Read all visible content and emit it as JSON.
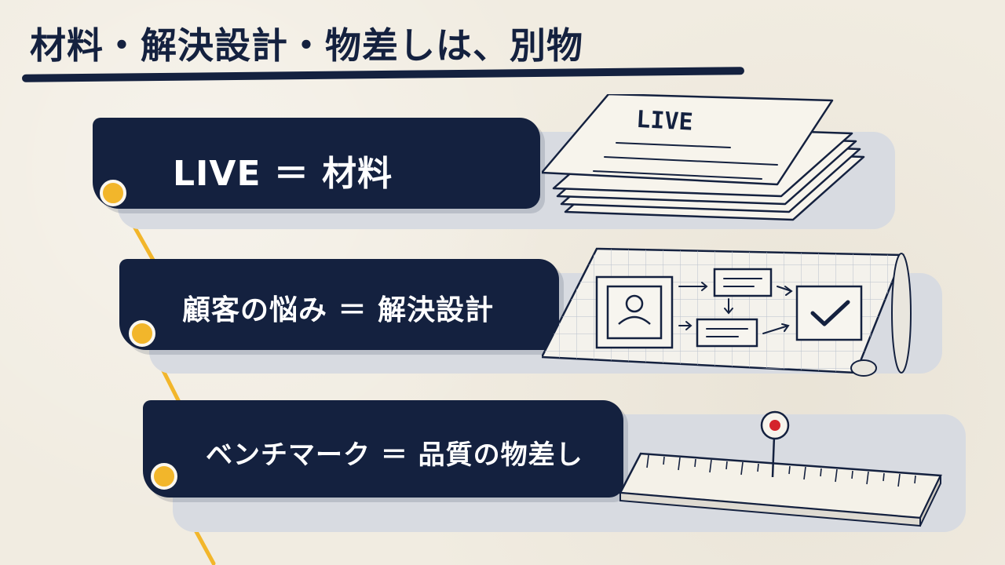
{
  "title": "材料・解決設計・物差しは、別物",
  "rows": [
    {
      "label": "LIVE ＝ 材料",
      "icon": "document-stack-icon",
      "doc_label": "LIVE"
    },
    {
      "label": "顧客の悩み ＝ 解決設計",
      "icon": "blueprint-flow-icon"
    },
    {
      "label": "ベンチマーク ＝ 品質の物差し",
      "icon": "ruler-icon"
    }
  ],
  "colors": {
    "navy": "#14213f",
    "accent": "#f2b62b",
    "paper": "#f1ece1",
    "pin": "#d4232b"
  }
}
